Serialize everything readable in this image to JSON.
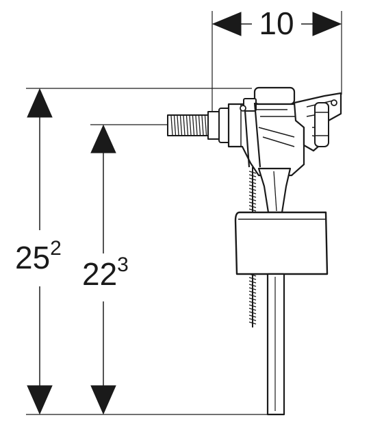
{
  "dimensions": {
    "width": {
      "value": "10"
    },
    "total_height": {
      "value": "25",
      "superscript": "2"
    },
    "inlet_height": {
      "value": "22",
      "superscript": "3"
    }
  },
  "colors": {
    "line": "#1a1a1a",
    "background": "#ffffff"
  },
  "icons": [
    "arrow-head-icon"
  ]
}
